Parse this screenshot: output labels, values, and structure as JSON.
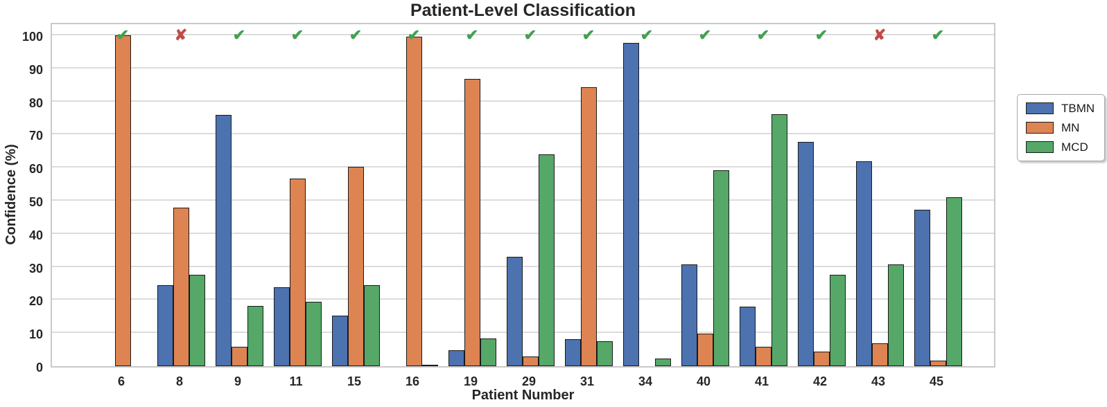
{
  "chart_data": {
    "type": "bar",
    "title": "Patient-Level Classification",
    "xlabel": "Patient Number",
    "ylabel": "Confidence (%)",
    "categories": [
      "6",
      "8",
      "9",
      "11",
      "15",
      "16",
      "19",
      "29",
      "31",
      "34",
      "40",
      "41",
      "42",
      "43",
      "45"
    ],
    "series": [
      {
        "name": "TBMN",
        "color": "#4C72B0",
        "values": [
          0,
          24.4,
          75.9,
          23.9,
          15.3,
          0,
          4.9,
          33.0,
          8.1,
          97.8,
          30.7,
          18.0,
          67.7,
          61.9,
          47.3
        ]
      },
      {
        "name": "MN",
        "color": "#DD8452",
        "values": [
          100,
          48.0,
          5.8,
          56.7,
          60.2,
          99.6,
          86.8,
          2.9,
          84.4,
          0,
          9.9,
          5.9,
          4.5,
          7.0,
          1.6
        ]
      },
      {
        "name": "MCD",
        "color": "#55A868",
        "values": [
          0,
          27.6,
          18.3,
          19.4,
          24.5,
          0.4,
          8.3,
          64.1,
          7.5,
          2.2,
          59.2,
          76.2,
          27.7,
          30.8,
          51.0
        ]
      }
    ],
    "prediction_marks": [
      "check",
      "cross",
      "check",
      "check",
      "check",
      "check",
      "check",
      "check",
      "check",
      "check",
      "check",
      "check",
      "check",
      "cross",
      "check"
    ],
    "mark_symbols": {
      "check": "✔",
      "cross": "✘"
    },
    "mark_colors": {
      "check": "#42a14f",
      "cross": "#c24a46"
    },
    "y_ticks": [
      0,
      10,
      20,
      30,
      40,
      50,
      60,
      70,
      80,
      90,
      100
    ],
    "ylim": [
      0,
      104.2
    ],
    "grid": true,
    "legend_position": "right",
    "legend_labels": [
      "TBMN",
      "MN",
      "MCD"
    ],
    "bar_edge_color": "#1a1a1a",
    "grid_color": "#dcdcdc"
  }
}
